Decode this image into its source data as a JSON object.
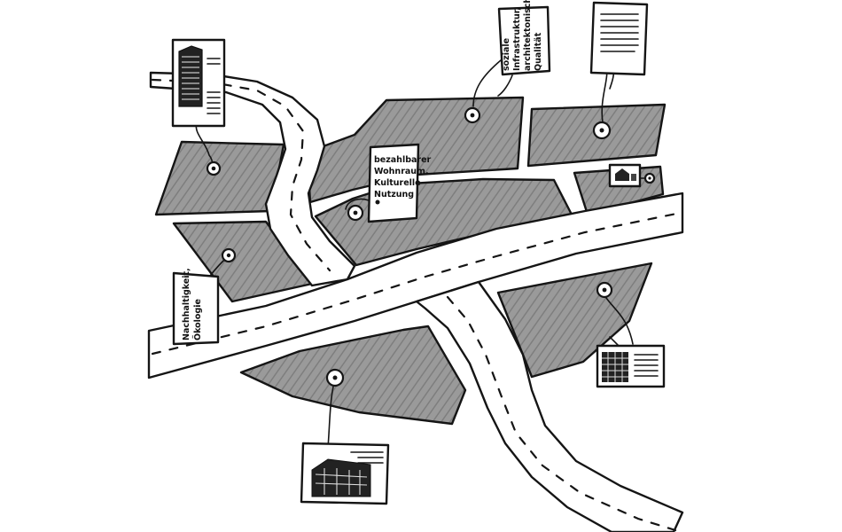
{
  "colors": {
    "background": "#ffffff",
    "block_fill": "#8e8e8e",
    "ink": "#151515"
  },
  "annotations": {
    "affordable_housing": [
      "bezahlbarer",
      "Wohnraum,",
      "Kulturelle",
      "Nutzung"
    ],
    "social_infrastructure": [
      "soziale",
      "Infrastruktur,",
      "architektonische",
      "Qualität"
    ],
    "sustainability": [
      "Nachhaltigkeit,",
      "Ökologie"
    ]
  },
  "icons": {
    "tower_card": "tower-building-icon",
    "document_card": "document-icon",
    "small_house_card": "house-icon",
    "office_card": "office-building-icon",
    "hall_card": "hall-building-icon"
  }
}
